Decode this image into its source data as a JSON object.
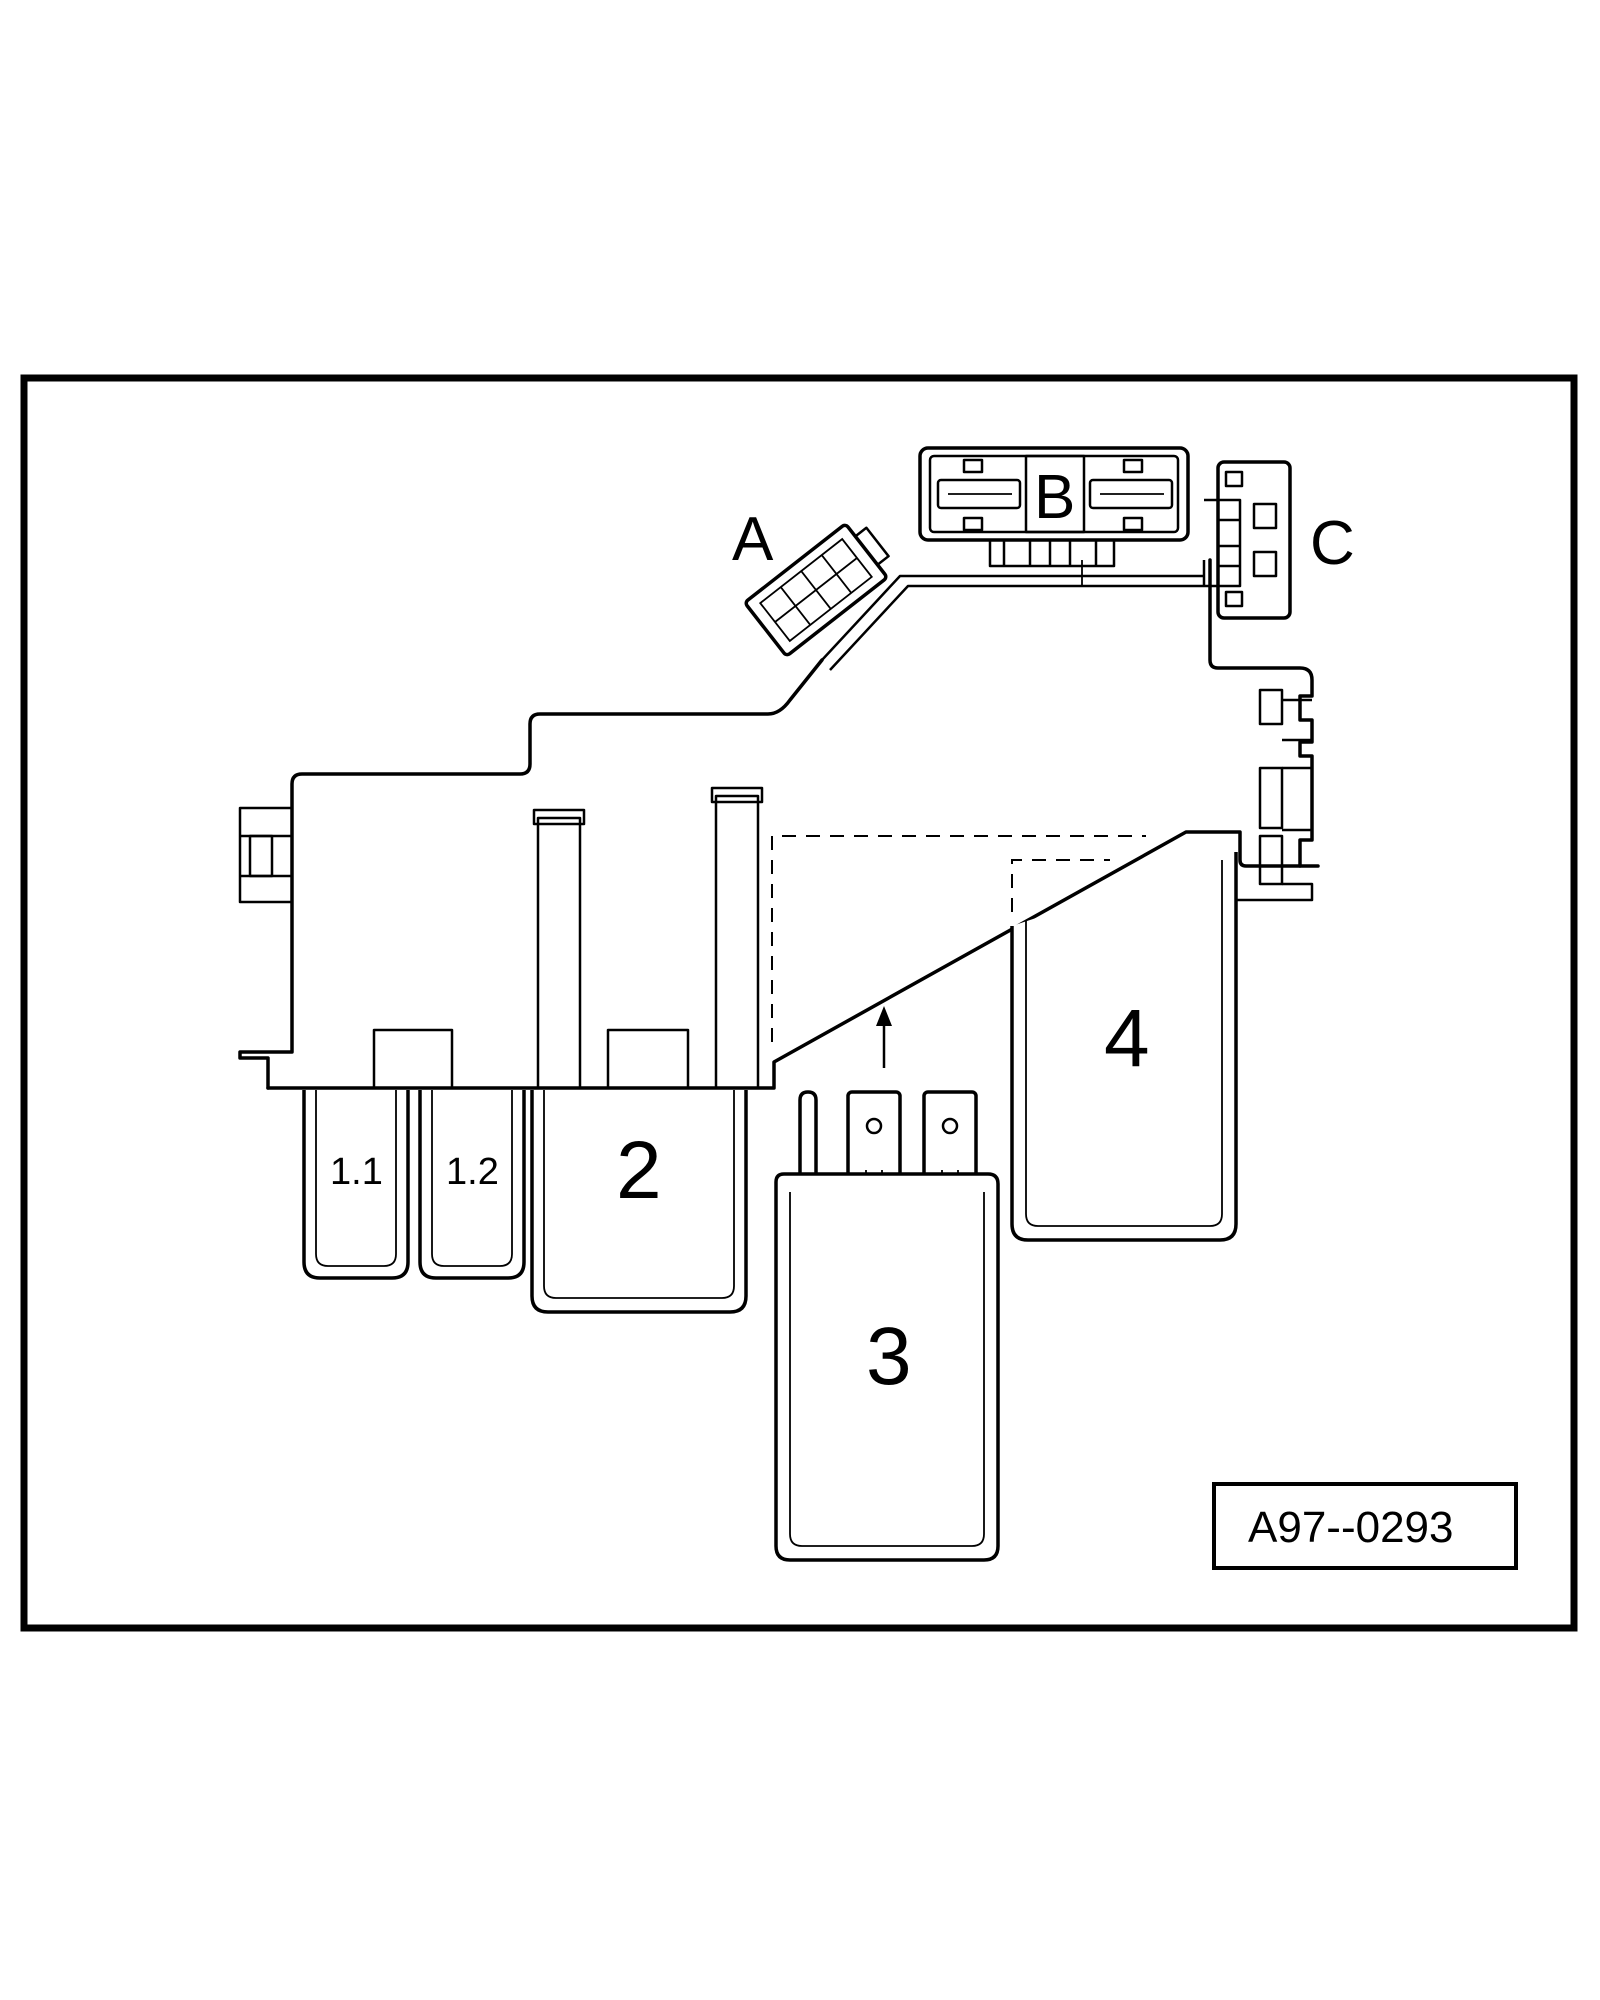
{
  "labels": {
    "connector_a": "A",
    "connector_b": "B",
    "connector_c": "C",
    "relay_1_1": "1.1",
    "relay_1_2": "1.2",
    "relay_2": "2",
    "relay_3": "3",
    "relay_4": "4"
  },
  "reference_code": "A97--0293"
}
